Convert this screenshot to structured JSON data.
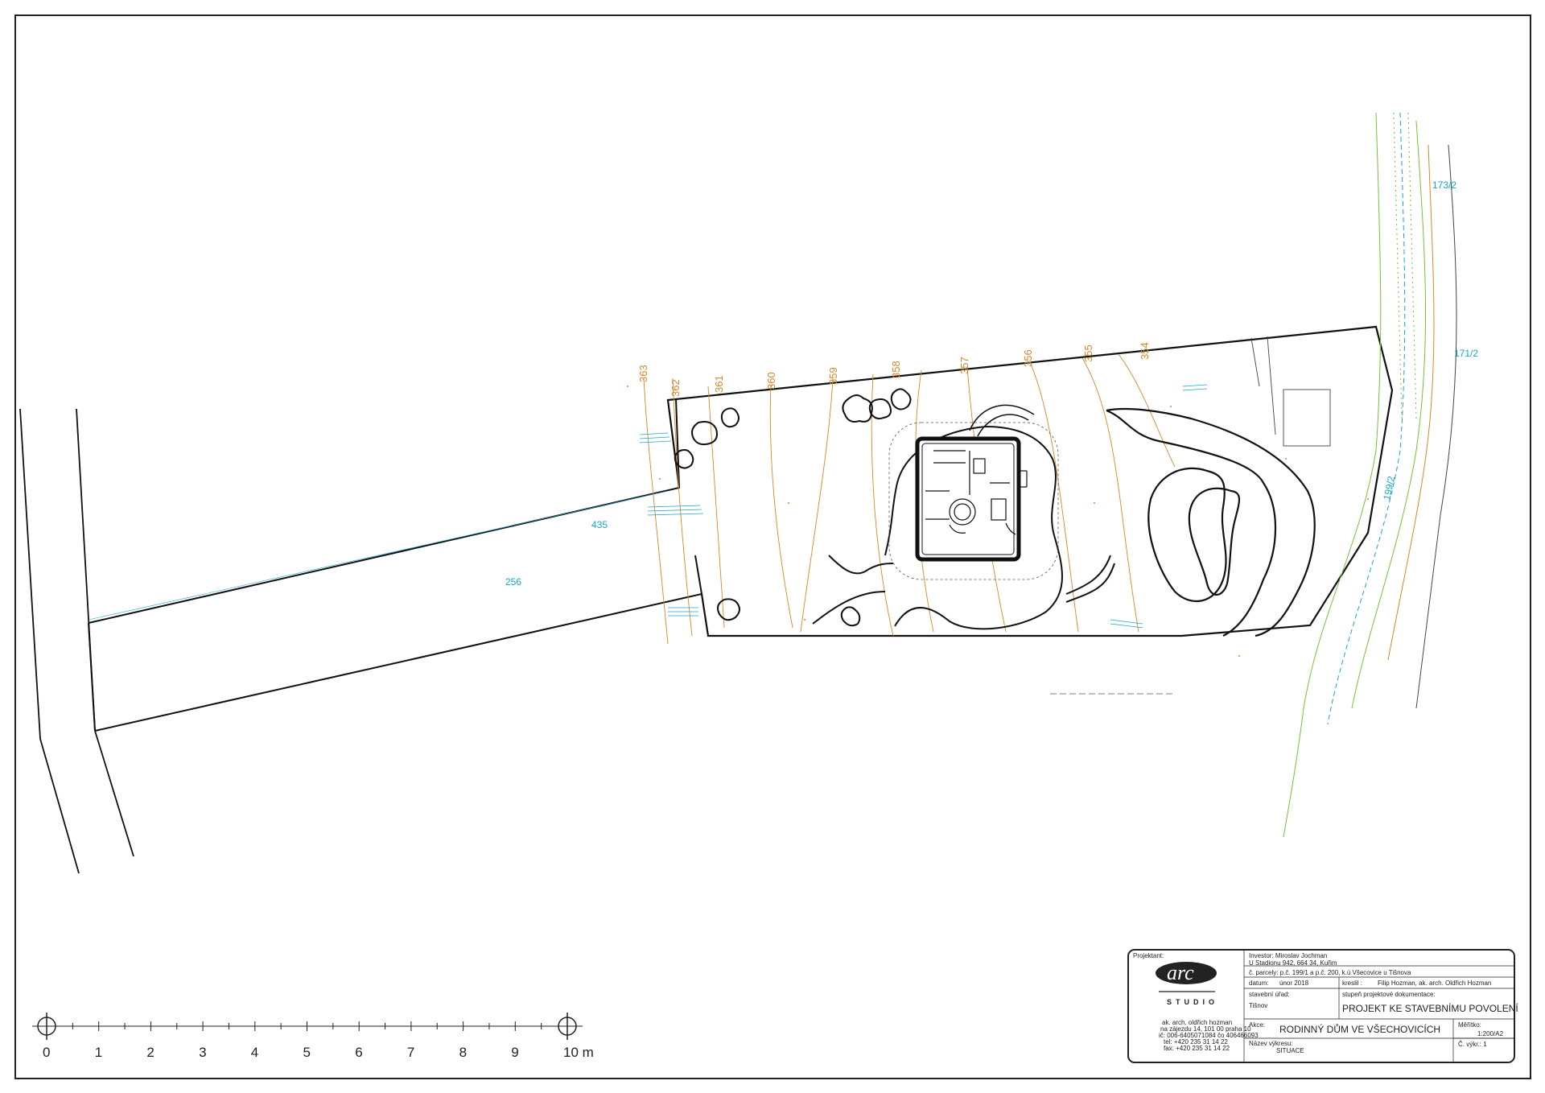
{
  "map": {
    "parcels": {
      "road": "435",
      "strip": "256",
      "north": "173/2",
      "east": "171/2",
      "stream": "199/2"
    },
    "contours": [
      "363",
      "362",
      "361",
      "360",
      "359",
      "358",
      "357",
      "356",
      "355",
      "354"
    ],
    "colors": {
      "contour": "#d8862a",
      "cadastre": "#18a6c8",
      "ink": "#111111",
      "vegetation": "#7bbf3a"
    }
  },
  "scale_bar": {
    "ticks": [
      "0",
      "1",
      "2",
      "3",
      "4",
      "5",
      "6",
      "7",
      "8",
      "9",
      "10 m"
    ]
  },
  "title_block": {
    "designer_label": "Projektant:",
    "logo": "arc",
    "studio": "STUDIO",
    "office_lines": [
      "ak. arch. oldřich hozman",
      "na zájezdu 14, 101 00 praha 10",
      "ič: 006-6405071084 čo 406466093",
      "tel: +420 235 31 14 22",
      "fax: +420 235 31 14 22"
    ],
    "investor": "Investor: Miroslav Jochman",
    "address": "U Stadionu 942, 664 34, Kuřim",
    "parcel_no": "č. parcely: p.č. 199/1 a p.č. 200, k.ú Všecovice u Tišnova",
    "date_label": "datum:",
    "date": "únor 2018",
    "drawn_label": "kreslil :",
    "drawn_by": "Filip Hozman, ak. arch. Oldřich Hozman",
    "office_label": "stavební úřad:",
    "office": "Tišnov",
    "stage_label": "stupeň projektové dokumentace:",
    "stage": "PROJEKT KE STAVEBNÍMU POVOLENÍ",
    "action_label": "Akce:",
    "action": "RODINNÝ DŮM VE VŠECHOVICÍCH",
    "scale_label": "Měřítko:",
    "scale": "1:200/A2",
    "drawing_label": "Název výkresu:",
    "drawing": "SITUACE",
    "sheet_no": "Č. výkr.: 1"
  }
}
